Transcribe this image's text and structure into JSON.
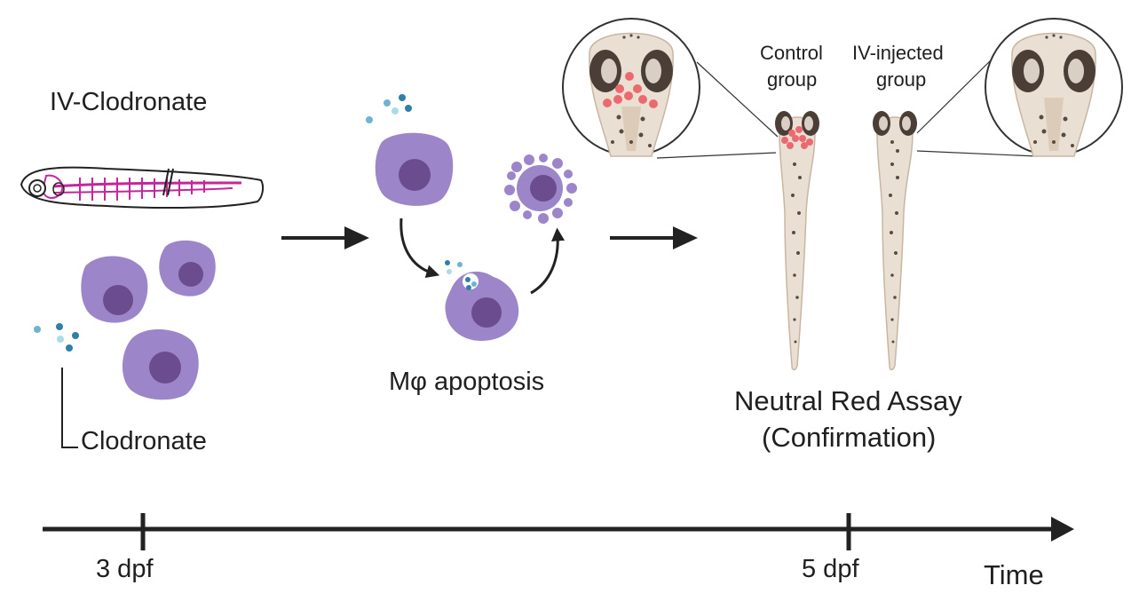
{
  "diagram": {
    "title": "IV-Clodronate",
    "clodronate_label": "Clodronate",
    "apoptosis_label": "Mφ apoptosis",
    "assay_label_line1": "Neutral Red Assay",
    "assay_label_line2": "(Confirmation)",
    "control_label_line1": "Control",
    "control_label_line2": "group",
    "injected_label_line1": "IV-injected",
    "injected_label_line2": "group"
  },
  "timeline": {
    "ticks": [
      "3 dpf",
      "5 dpf"
    ],
    "axis_label": "Time"
  },
  "colors": {
    "macrophage": "#9c85c9",
    "nucleus": "#6b4d8f",
    "neutral_red": "#ec6a6f",
    "arrow": "#222222",
    "zebrafish_vessels": "#c2279b",
    "clodronate_dark": "#2f7fa6",
    "clodronate_light": "#a9dbe8"
  }
}
